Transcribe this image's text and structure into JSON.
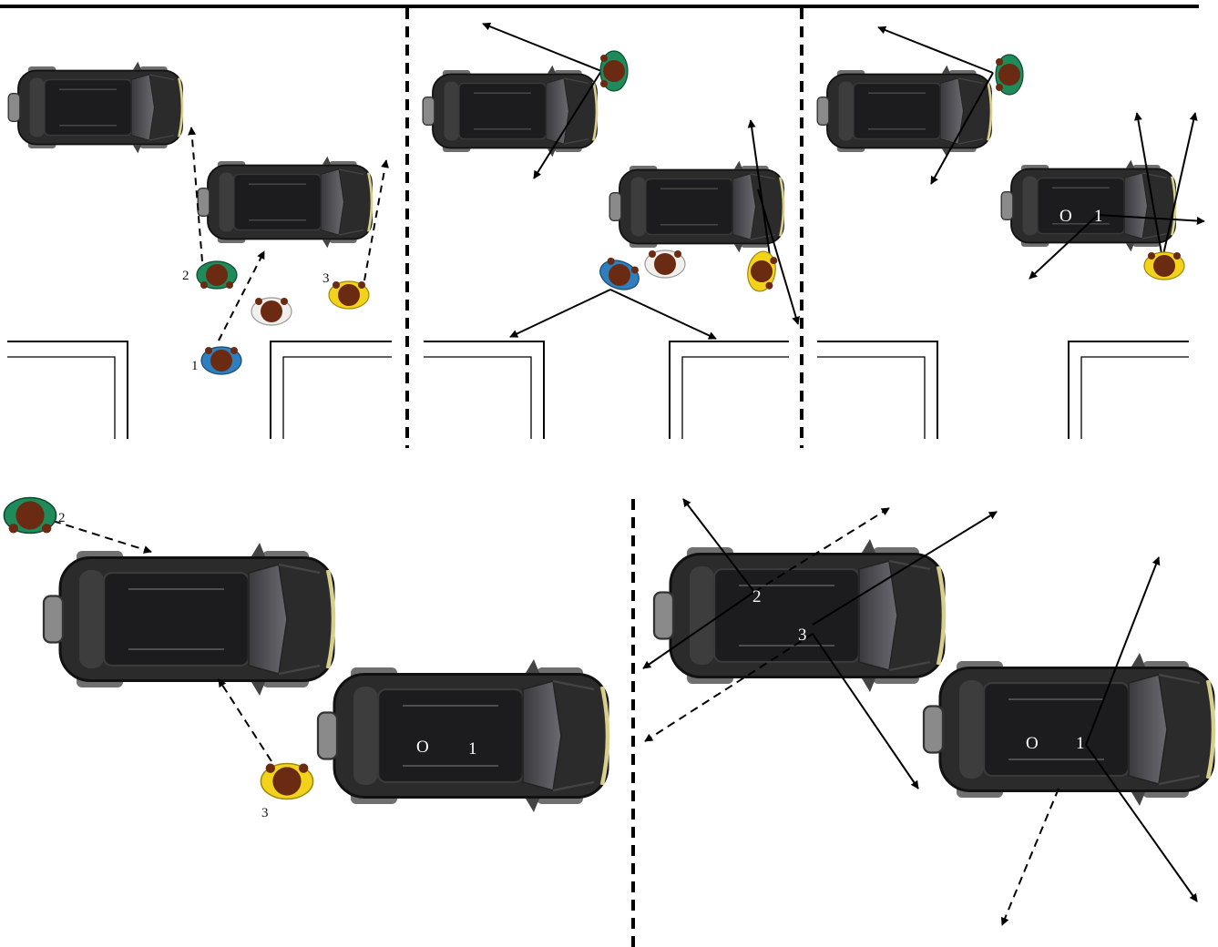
{
  "colors": {
    "car_body": "#2b2b2b",
    "car_roof": "#1c1c1e",
    "car_glass": "#4a4a4f",
    "ped_head": "#6b2a12",
    "ped_green": "#1f8a5a",
    "ped_blue": "#2f7fbf",
    "ped_white": "#f2f0ec",
    "ped_yellow": "#f2d21a"
  },
  "panels": {
    "p1": {
      "peds": {
        "ped1": "1",
        "ped2": "2",
        "ped3": "3"
      }
    },
    "p3": {
      "car": {
        "o": "O",
        "one": "1"
      }
    },
    "p4": {
      "peds": {
        "ped2": "2",
        "ped3": "3"
      },
      "car": {
        "o": "O",
        "one": "1"
      }
    },
    "p5": {
      "car_labels": {
        "two": "2",
        "three": "3"
      },
      "car": {
        "o": "O",
        "one": "1"
      }
    }
  }
}
